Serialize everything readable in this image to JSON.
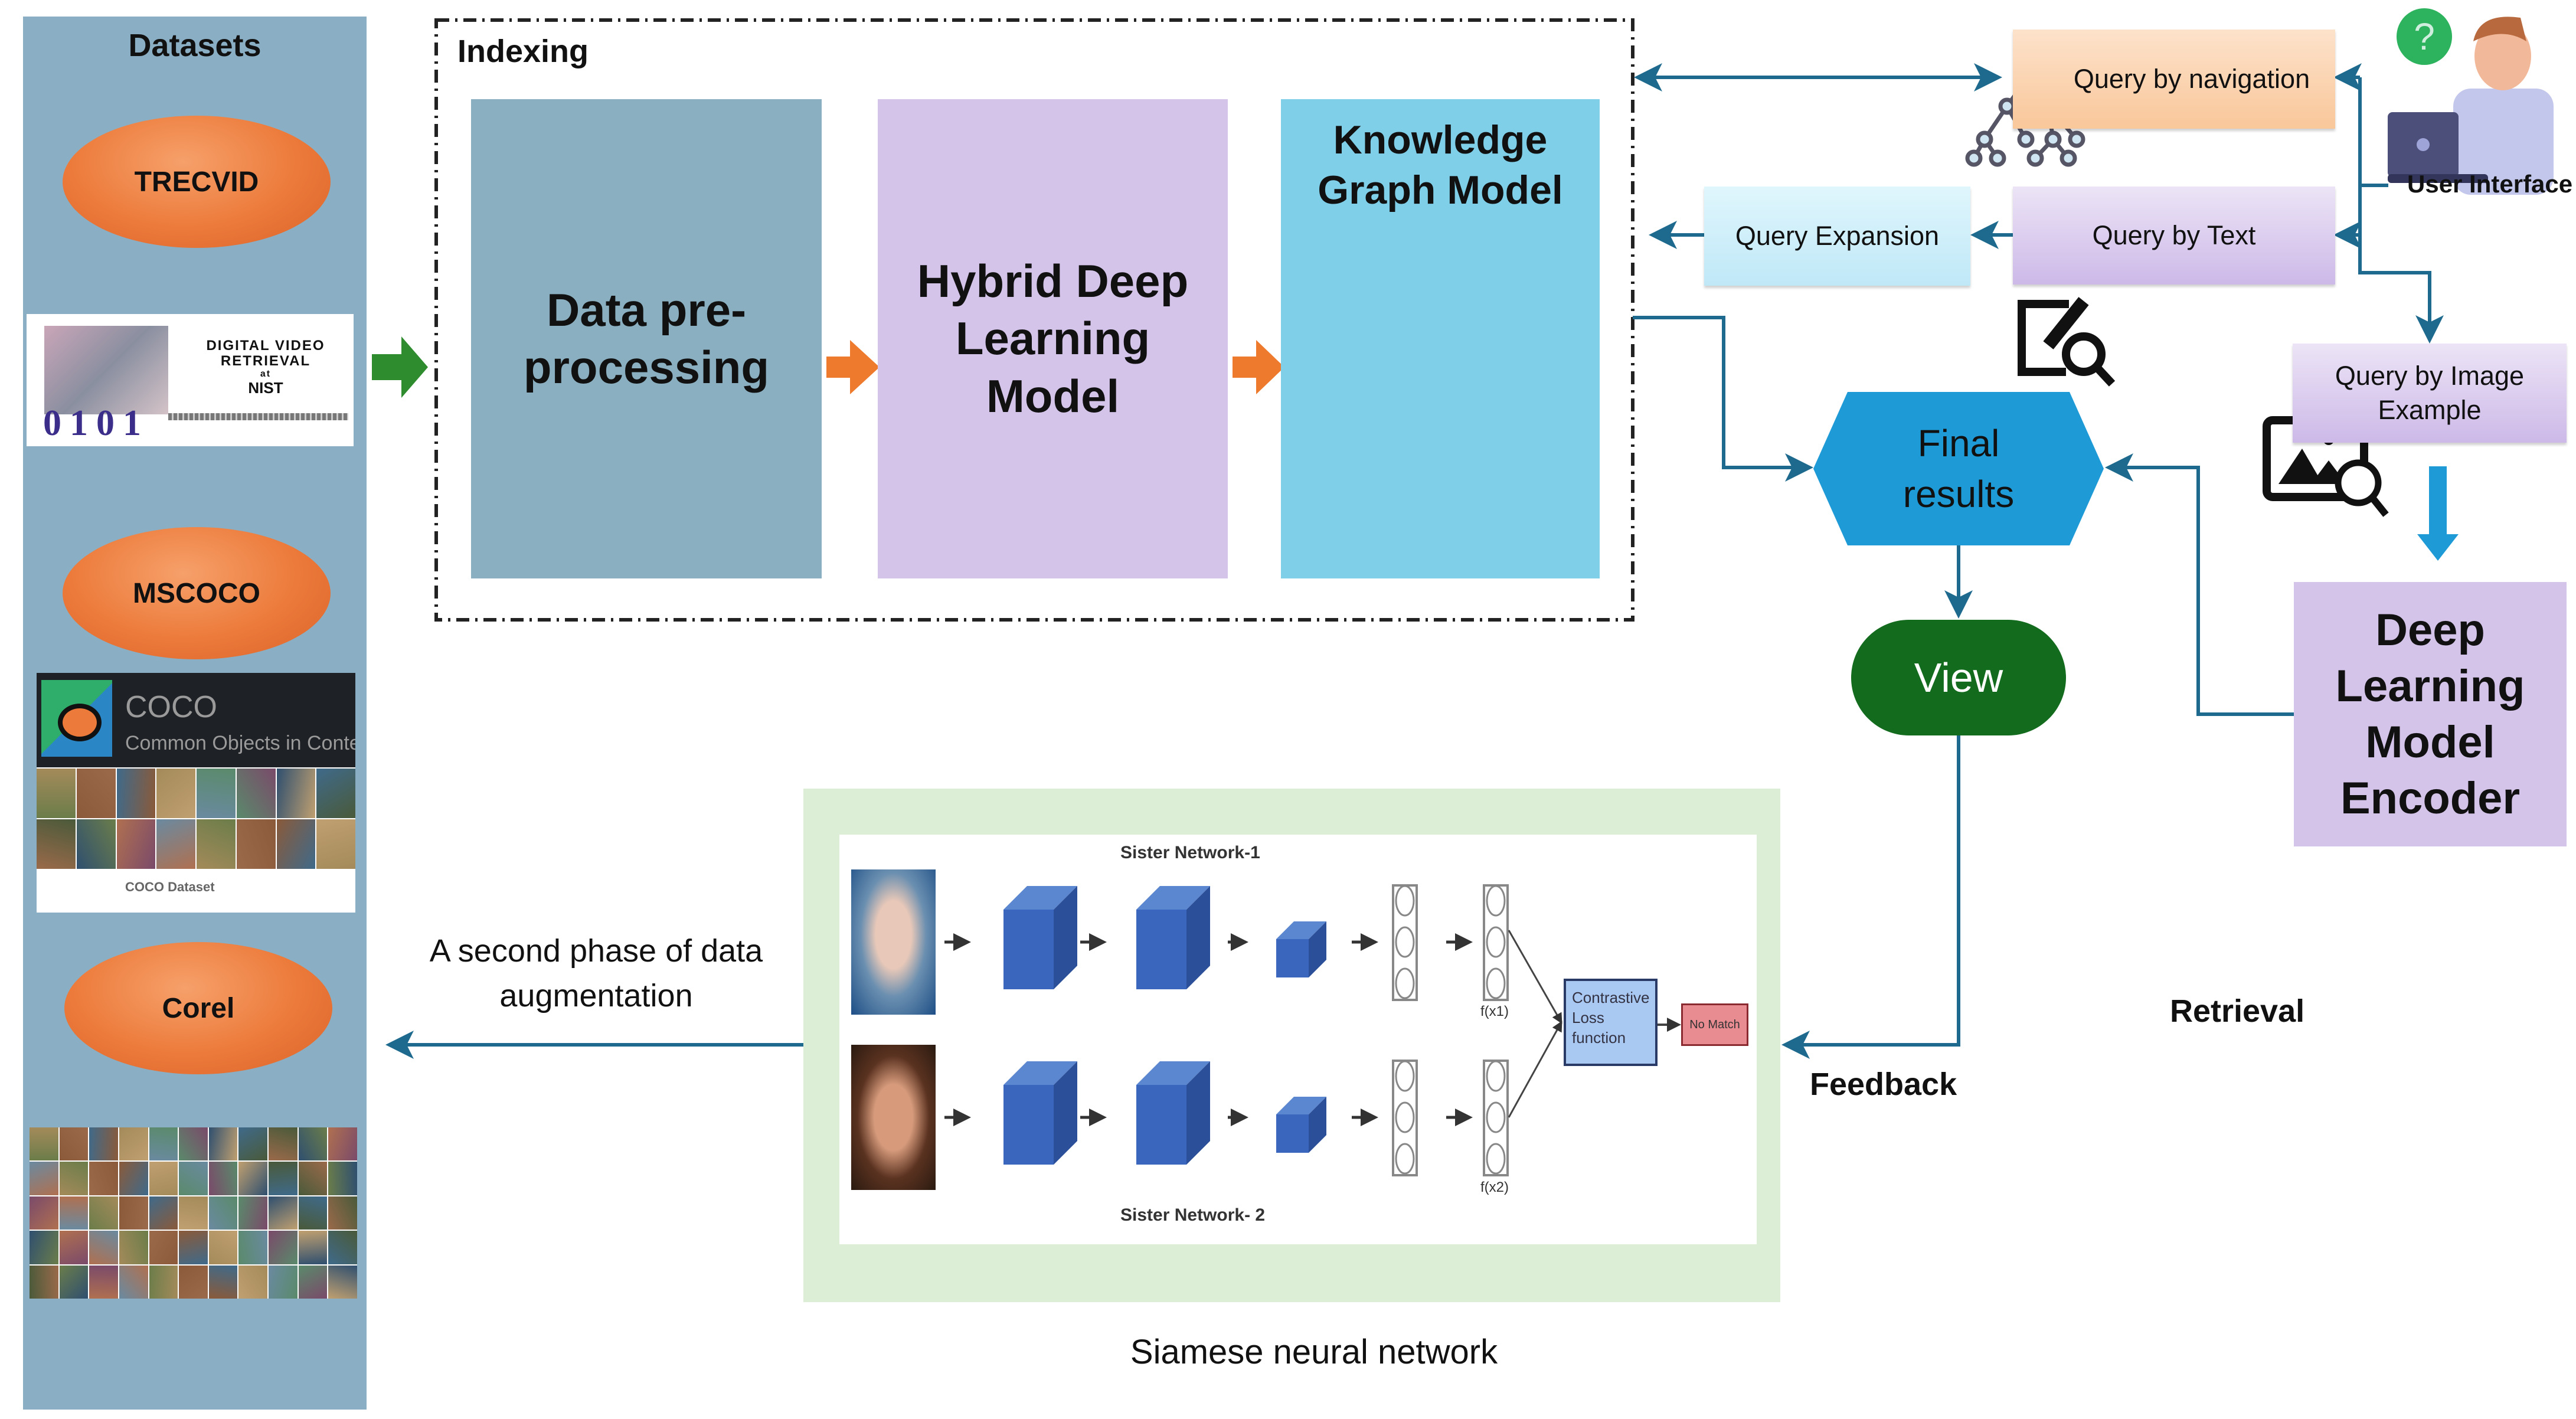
{
  "datasets": {
    "title": "Datasets",
    "items": [
      {
        "label": "TRECVID"
      },
      {
        "label": "MSCOCO"
      },
      {
        "label": "Corel"
      }
    ],
    "nist_image": {
      "line1": "DIGITAL VIDEO",
      "line2": "RETRIEVAL",
      "line3": "at",
      "logo": "NIST",
      "digits": "0101"
    },
    "coco_image": {
      "title": "COCO",
      "subtitle": "Common Objects in Context",
      "footer": "COCO Dataset"
    }
  },
  "indexing": {
    "title": "Indexing",
    "steps": [
      {
        "label": "Data pre-processing"
      },
      {
        "label": "Hybrid Deep Learning Model"
      },
      {
        "label": "Knowledge Graph Model"
      }
    ]
  },
  "queries": {
    "navigation": "Query by navigation",
    "text": "Query by Text",
    "expansion": "Query Expansion",
    "image": "Query by Image Example",
    "user_interface": "User Interface"
  },
  "retrieval": {
    "final_results": "Final results",
    "view": "View",
    "encoder": "Deep Learning Model Encoder",
    "label": "Retrieval",
    "feedback": "Feedback"
  },
  "siamese": {
    "caption": "Siamese neural network",
    "sister1": "Sister Network-1",
    "sister2": "Sister Network- 2",
    "fx1": "f(x1)",
    "fx2": "f(x2)",
    "loss": "Contrastive Loss function",
    "result": "No Match"
  },
  "augmentation": {
    "label": "A second phase of data augmentation"
  },
  "colors": {
    "sidebar": "#8aafc4",
    "preprocessing": "#8aafc0",
    "hybrid": "#d5c4ea",
    "knowledge_graph": "#7fcfe9",
    "final_results": "#1e9ad6",
    "view": "#136b1e",
    "connector": "#1d6a8e",
    "siamese_bg": "#dcefd6"
  }
}
